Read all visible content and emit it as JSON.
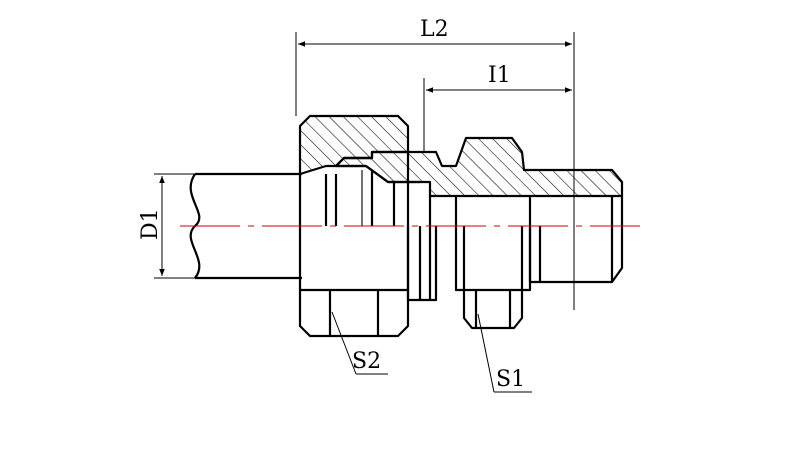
{
  "labels": {
    "l2": "L2",
    "l1": "I1",
    "d1": "D1",
    "s2": "S2",
    "s1": "S1"
  },
  "colors": {
    "stroke": "#000000",
    "centerline": "#d40000",
    "background": "#ffffff"
  }
}
